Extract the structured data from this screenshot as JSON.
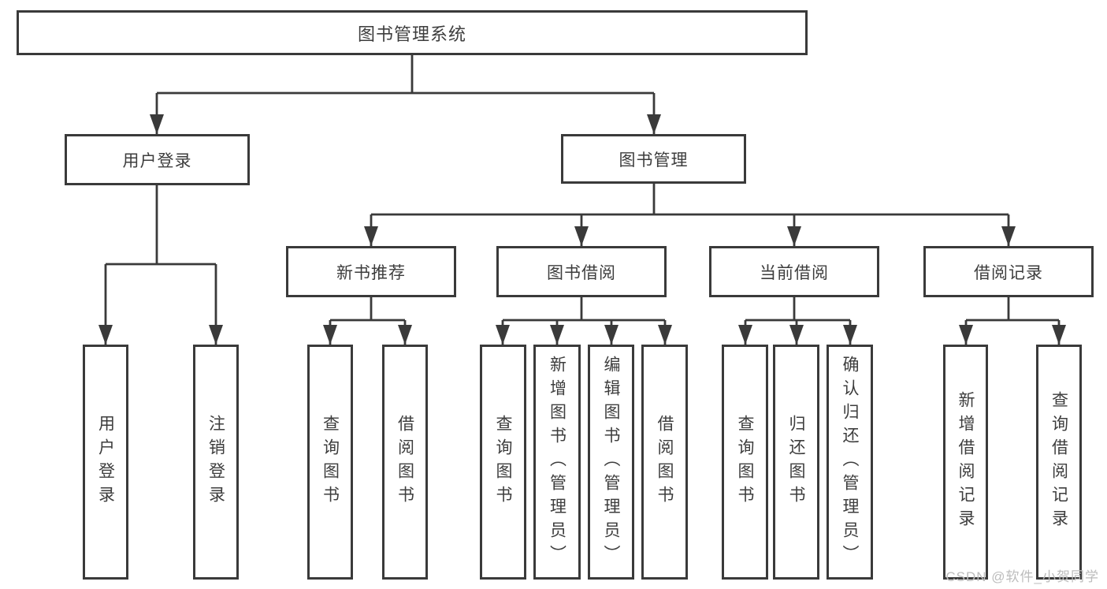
{
  "tree": {
    "root": {
      "label": "图书管理系统"
    },
    "level2": [
      {
        "label": "用户登录"
      },
      {
        "label": "图书管理"
      }
    ],
    "level3": [
      {
        "label": "新书推荐"
      },
      {
        "label": "图书借阅"
      },
      {
        "label": "当前借阅"
      },
      {
        "label": "借阅记录"
      }
    ],
    "leafGroups": [
      {
        "parent": "用户登录",
        "items": [
          "用户登录",
          "注销登录"
        ]
      },
      {
        "parent": "新书推荐",
        "items": [
          "查询图书",
          "借阅图书"
        ]
      },
      {
        "parent": "图书借阅",
        "items": [
          "查询图书",
          "新增图书（管理员）",
          "编辑图书（管理员）",
          "借阅图书"
        ]
      },
      {
        "parent": "当前借阅",
        "items": [
          "查询图书",
          "归还图书",
          "确认归还（管理员）"
        ]
      },
      {
        "parent": "借阅记录",
        "items": [
          "新增借阅记录",
          "查询借阅记录"
        ]
      }
    ]
  },
  "watermark": "CSDN @软件_小贺同学",
  "colors": {
    "line": "#3a3a3a",
    "text": "#3d3d3d",
    "background": "#ffffff",
    "watermark": "#bcbcbc"
  }
}
